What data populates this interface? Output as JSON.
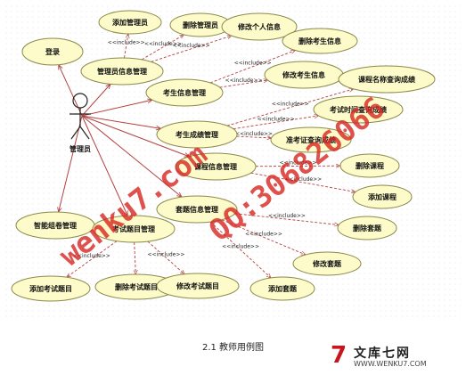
{
  "actor": {
    "label": "管理员"
  },
  "use_cases": {
    "login": "登录",
    "add_admin": "添加管理员",
    "delete_admin": "删除管理员",
    "edit_personal_info": "修改个人信息",
    "admin_info_mgmt": "管理员信息管理",
    "delete_student_info": "删除考生信息",
    "edit_student_info": "修改考生信息",
    "student_info_mgmt": "考生信息管理",
    "query_by_course": "课程名称查询成绩",
    "query_by_exam_time": "考试时间查询成绩",
    "score_mgmt": "考生成绩管理",
    "query_by_ticket": "准考证查询成绩",
    "course_info_mgmt": "课程信息管理",
    "delete_course": "删除课程",
    "add_course": "添加课程",
    "question_set_mgmt": "套题信息管理",
    "delete_question_set": "删除套题",
    "smart_paper": "智能组卷管理",
    "exam_question_mgmt": "考试题目管理",
    "edit_question_set": "修改套题",
    "add_question_set": "添加套题",
    "add_exam_question": "添加考试题目",
    "delete_exam_question": "删除考试题目",
    "edit_exam_question": "修改考试题目"
  },
  "include_label": "<<include>>",
  "caption": "2.1   教师用例图",
  "watermark": {
    "left": "wenku7.com",
    "right": "QQ:306826066"
  },
  "logo": {
    "title": "文库七网",
    "url": "WWW.WENKU7.COM",
    "mark": "7"
  }
}
